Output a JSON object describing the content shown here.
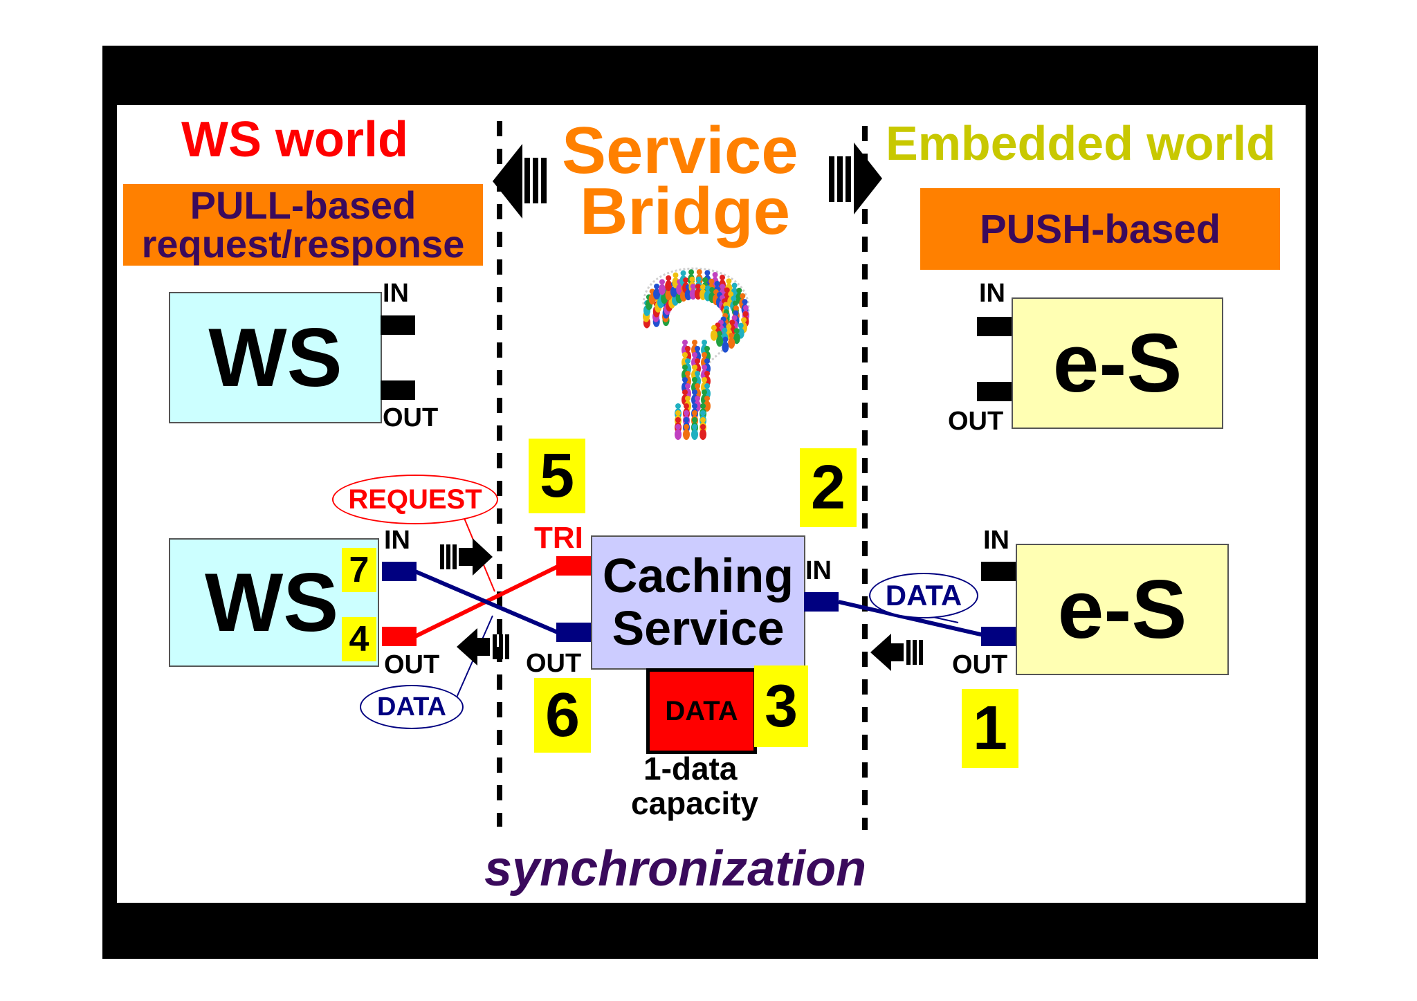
{
  "ws_world": {
    "title": "WS world",
    "mode_line1": "PULL-based",
    "mode_line2": "request/response"
  },
  "bridge": {
    "title_line1": "Service",
    "title_line2": "Bridge"
  },
  "embedded_world": {
    "title": "Embedded world",
    "mode": "PUSH-based"
  },
  "ws_top": {
    "label": "WS",
    "in": "IN",
    "out": "OUT"
  },
  "es_top": {
    "label": "e-S",
    "in": "IN",
    "out": "OUT"
  },
  "ws_bottom": {
    "label": "WS",
    "in": "IN",
    "out": "OUT",
    "step_in": "7",
    "step_out": "4"
  },
  "es_bottom": {
    "label": "e-S",
    "in": "IN",
    "out": "OUT"
  },
  "caching": {
    "line1": "Caching",
    "line2": "Service",
    "in": "IN",
    "out": "OUT",
    "tri": "TRI",
    "buffer": "DATA",
    "capacity_line1": "1-data",
    "capacity_line2": "capacity"
  },
  "steps": {
    "s1": "1",
    "s2": "2",
    "s3": "3",
    "s5": "5",
    "s6": "6"
  },
  "callouts": {
    "request": "REQUEST",
    "data_left": "DATA",
    "data_right": "DATA"
  },
  "footer": "synchronization",
  "colors": {
    "ws_red": "#ff0000",
    "bridge_orange": "#ff8000",
    "embedded_olive": "#c8c800",
    "ws_box": "#ccffff",
    "es_box": "#ffffb3",
    "caching_box": "#ccccff",
    "port_blue": "#000080",
    "port_red": "#ff0000",
    "footer_purple": "#3a0a5c"
  }
}
